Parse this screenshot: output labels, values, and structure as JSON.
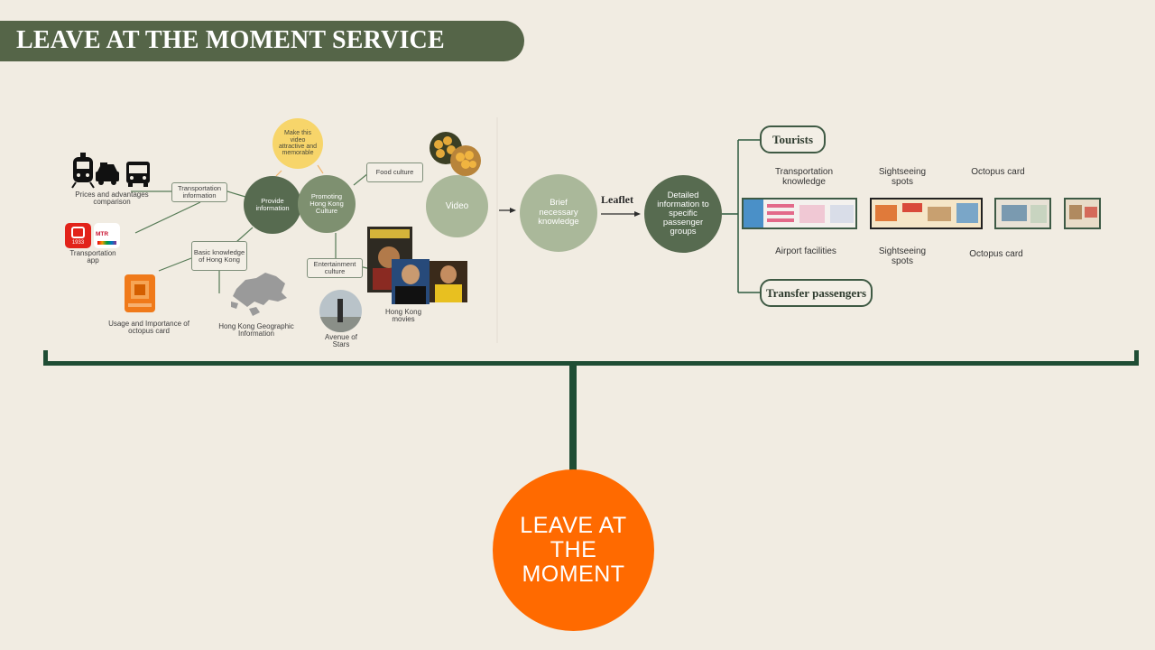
{
  "title": "LEAVE AT THE MOMENT SERVICE",
  "nodes": {
    "make_video": "Make this video attractive and memorable",
    "provide_info": "Provide information",
    "promoting": "Promoting Hong Kong Culture",
    "food_culture": "Food culture",
    "video": "Video",
    "transport_info": "Transportation information",
    "basic_knowledge": "Basic knowledge of Hong Kong",
    "entertainment": "Entertainment culture",
    "brief": "Brief necessary knowledge",
    "leaflet": "Leaflet",
    "detailed": "Detailed information to specific passenger groups",
    "tourists": "Tourists",
    "transfer": "Transfer passengers"
  },
  "captions": {
    "prices": "Prices and advantages comparison",
    "transport_app": "Transportation app",
    "octopus_usage": "Usage and Importance of octopus card",
    "geo_info": "Hong Kong Geographic Information",
    "avenue": "Avenue of Stars",
    "hk_movies": "Hong Kong movies",
    "app_badge_1": "1933",
    "app_badge_2": "MTR"
  },
  "tourist_labels": [
    "Transportation knowledge",
    "Sightseeing spots",
    "Octopus card"
  ],
  "transfer_labels": [
    "Airport facilities",
    "Sightseeing spots",
    "Octopus card"
  ],
  "main_circle": "LEAVE AT THE MOMENT",
  "colors": {
    "background": "#f1ece2",
    "title_bar": "#556548",
    "dark_green": "#576b50",
    "sage": "#aab89a",
    "bracket": "#1f4d34",
    "orange": "#ff6a00",
    "yellow": "#f7d56a"
  }
}
